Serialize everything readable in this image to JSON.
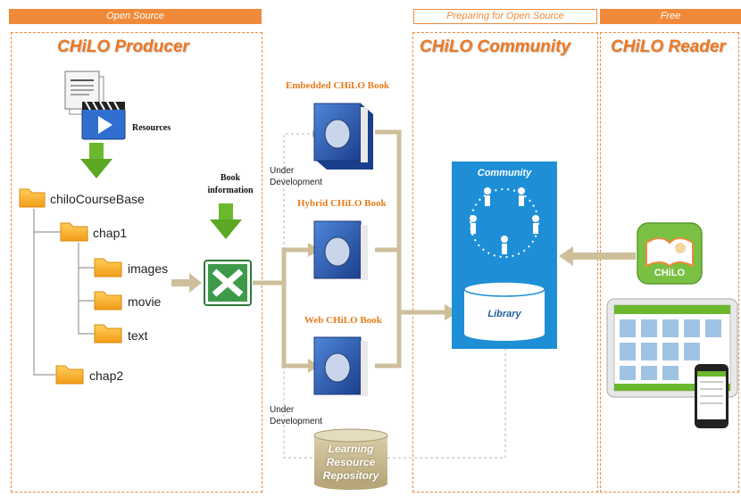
{
  "headers": {
    "producer": "Open Source",
    "community": "Preparing for Open Source",
    "reader": "Free"
  },
  "titles": {
    "producer": "CHiLO Producer",
    "community": "CHiLO Community",
    "reader": "CHiLO Reader"
  },
  "producer": {
    "resources_label": "Resources",
    "book_info_label": "Book\ninformation",
    "folders": [
      "chiloCourseBase",
      "chap1",
      "images",
      "movie",
      "text",
      "chap2"
    ]
  },
  "books": {
    "embedded": "Embedded CHiLO Book",
    "hybrid": "Hybrid CHiLO Book",
    "web": "Web CHiLO Book"
  },
  "notes": {
    "under_dev_1": "Under\nDevelopment",
    "under_dev_2": "Under\nDevelopment"
  },
  "community": {
    "label": "Community",
    "library": "Library"
  },
  "repository": {
    "label": "Learning\nResource\nRepository"
  },
  "reader": {
    "app_label": "CHiLO"
  },
  "colors": {
    "orange": "#f08a3a",
    "arrow_tan": "#cdbf9a",
    "community_blue": "#1e8fd6",
    "green_arrow": "#6bb82e",
    "folder": "#f5a623"
  }
}
